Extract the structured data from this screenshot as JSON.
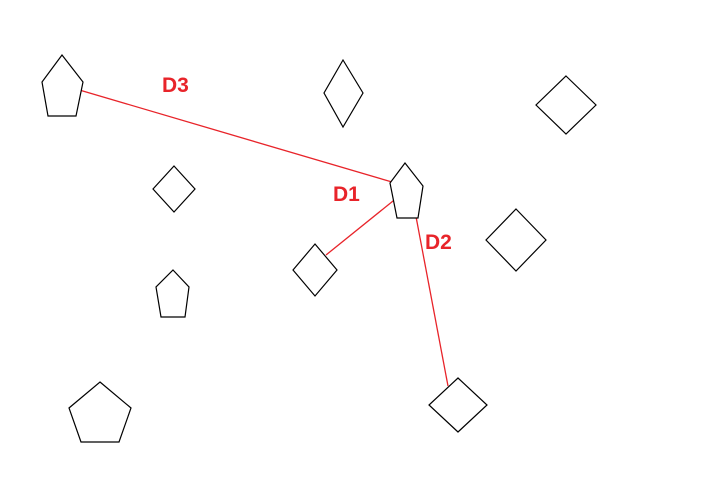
{
  "colors": {
    "background": "#ffffff",
    "shape_stroke": "#000000",
    "distance_line": "#e8242a",
    "label": "#e8242a"
  },
  "shapes": [
    {
      "kind": "pentagon"
    },
    {
      "kind": "diamond"
    },
    {
      "kind": "diamond"
    },
    {
      "kind": "diamond"
    },
    {
      "kind": "pentagon"
    },
    {
      "kind": "diamond"
    },
    {
      "kind": "pentagon"
    },
    {
      "kind": "diamond"
    },
    {
      "kind": "pentagon"
    },
    {
      "kind": "diamond"
    }
  ],
  "distances": [
    {
      "label": "D1"
    },
    {
      "label": "D2"
    },
    {
      "label": "D3"
    }
  ]
}
